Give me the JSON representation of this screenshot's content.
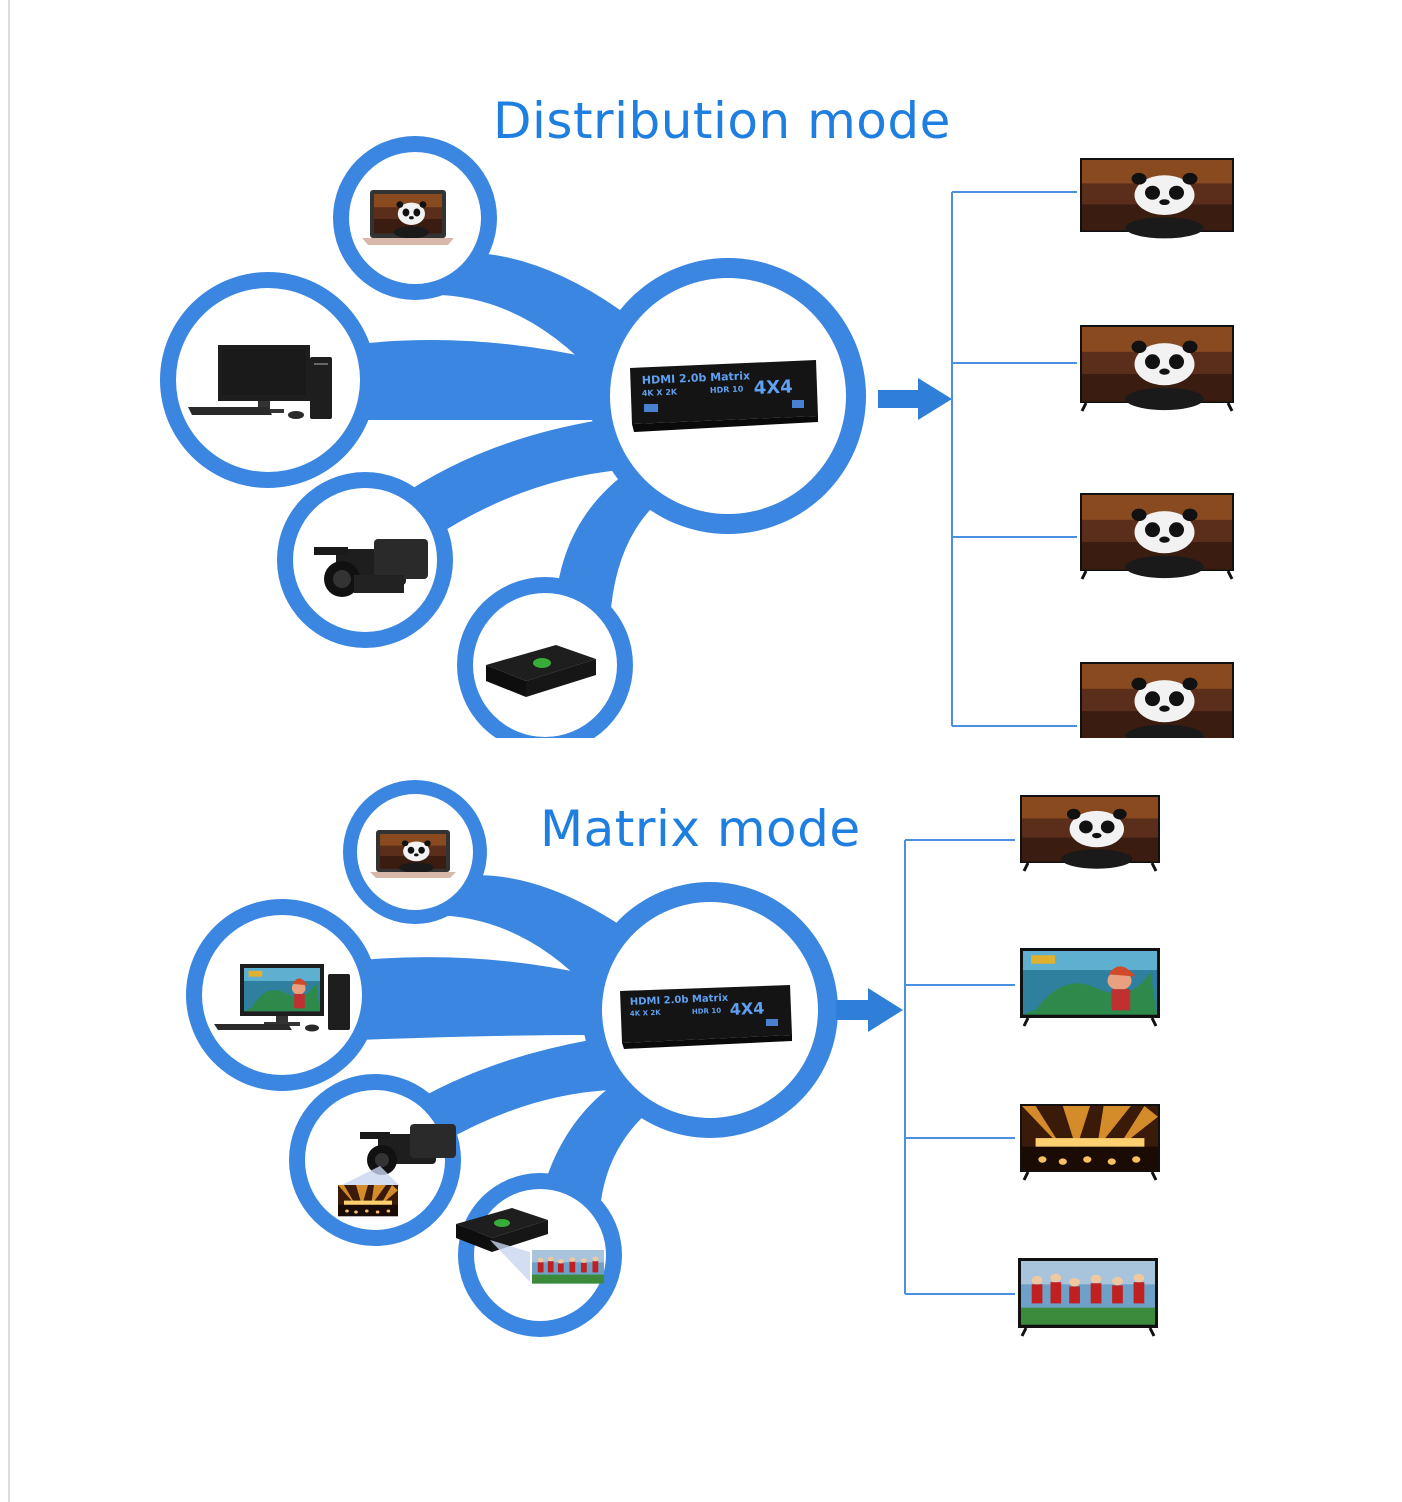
{
  "distribution": {
    "title": "Distribution mode",
    "device": {
      "line1": "HDMI 2.0b Matrix",
      "line2": "4K X 2K",
      "hdr": "HDR 10",
      "badge": "4X4"
    }
  },
  "matrix": {
    "title": "Matrix mode",
    "device": {
      "line1": "HDMI 2.0b Matrix",
      "line2": "4K X 2K",
      "hdr": "HDR 10",
      "badge": "4X4"
    }
  },
  "colors": {
    "accent": "#1f7fe0",
    "bubble": "#3a86e0",
    "line": "#4a8fe0",
    "device": "#141414"
  },
  "icons": {
    "sources": [
      "laptop-icon",
      "desktop-pc-icon",
      "camcorder-icon",
      "set-top-box-icon"
    ],
    "outputs": [
      "tv-icon"
    ]
  }
}
